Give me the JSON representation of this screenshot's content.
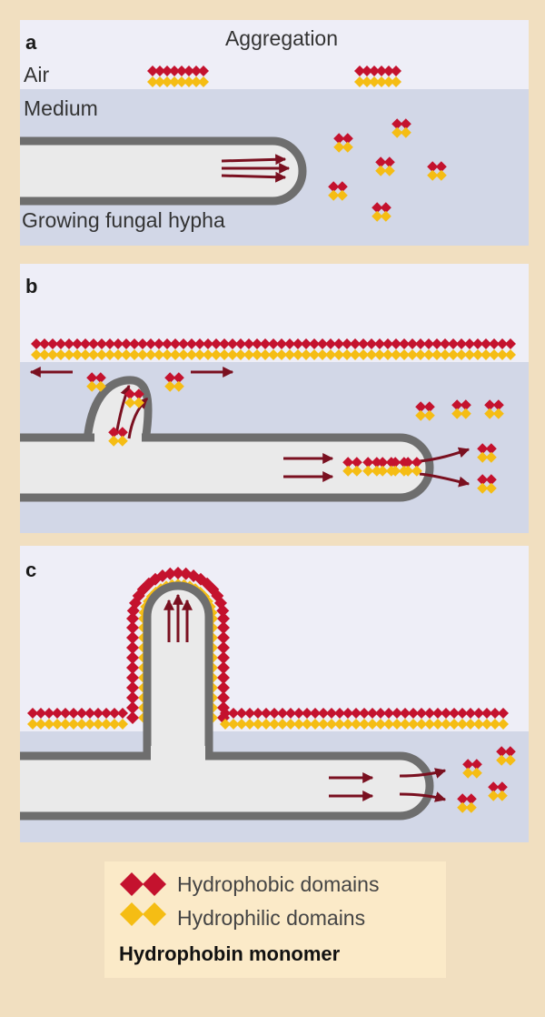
{
  "colors": {
    "background": "#f1dfc0",
    "air": "#eeeef7",
    "medium": "#d2d7e7",
    "hypha_fill": "#eaeaea",
    "hypha_wall": "#6e6e6e",
    "arrow": "#7a1020",
    "hydrophobic": "#c4122e",
    "hydrophilic": "#f5bd14",
    "legend_box": "#fbeac8"
  },
  "panel_a": {
    "letter": "a",
    "title": "Aggregation",
    "air_label": "Air",
    "medium_label": "Medium",
    "hypha_label": "Growing fungal hypha"
  },
  "panel_b": {
    "letter": "b"
  },
  "panel_c": {
    "letter": "c"
  },
  "legend": {
    "hydrophobic": "Hydrophobic domains",
    "hydrophilic": "Hydrophilic domains",
    "title": "Hydrophobin monomer"
  }
}
